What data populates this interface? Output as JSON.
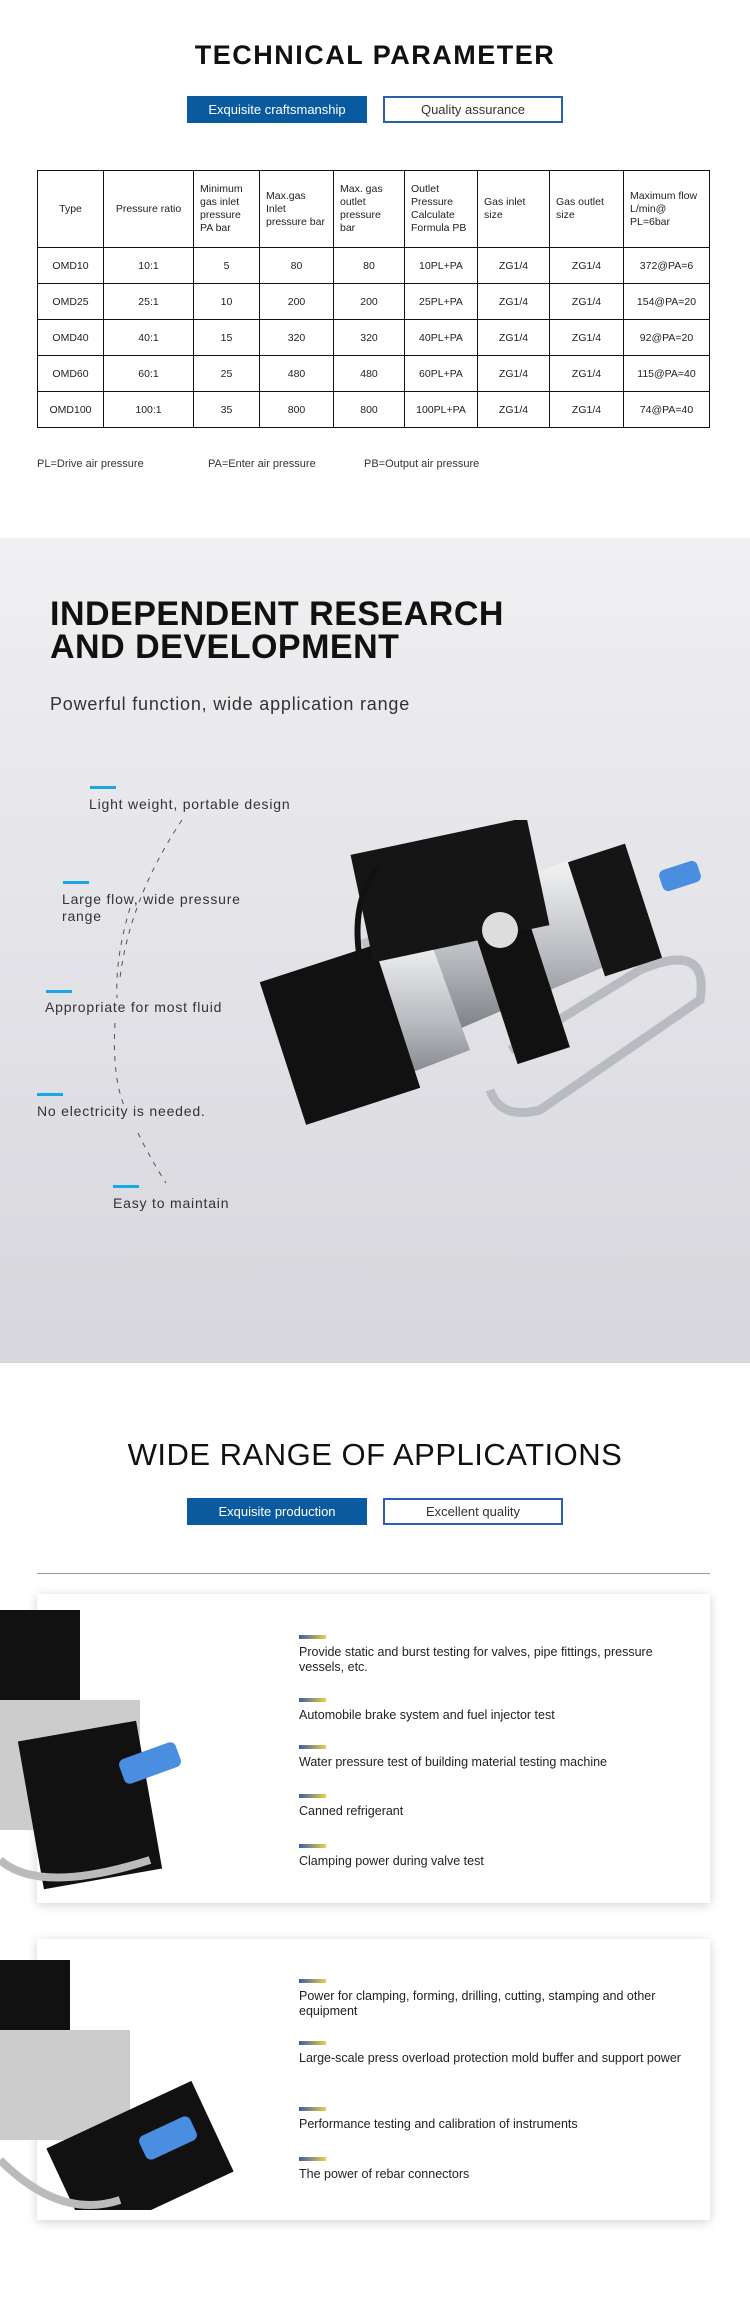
{
  "tech": {
    "title": "TECHNICAL PARAMETER",
    "btn1": "Exquisite craftsmanship",
    "btn2": "Quality assurance",
    "headers": [
      "Type",
      "Pressure ratio",
      "Minimum gas inlet pressure PA bar",
      "Max.gas Inlet pressure bar",
      "Max. gas outlet pressure bar",
      "Outlet Pressure Calculate Formula PB",
      "Gas inlet size",
      "Gas outlet size",
      "Maximum flow L/min@ PL=6bar"
    ],
    "rows": [
      [
        "OMD10",
        "10:1",
        "5",
        "80",
        "80",
        "10PL+PA",
        "ZG1/4",
        "ZG1/4",
        "372@PA=6"
      ],
      [
        "OMD25",
        "25:1",
        "10",
        "200",
        "200",
        "25PL+PA",
        "ZG1/4",
        "ZG1/4",
        "154@PA=20"
      ],
      [
        "OMD40",
        "40:1",
        "15",
        "320",
        "320",
        "40PL+PA",
        "ZG1/4",
        "ZG1/4",
        "92@PA=20"
      ],
      [
        "OMD60",
        "60:1",
        "25",
        "480",
        "480",
        "60PL+PA",
        "ZG1/4",
        "ZG1/4",
        "115@PA=40"
      ],
      [
        "OMD100",
        "100:1",
        "35",
        "800",
        "800",
        "100PL+PA",
        "ZG1/4",
        "ZG1/4",
        "74@PA=40"
      ]
    ],
    "notes": [
      "PL=Drive air pressure",
      "PA=Enter air pressure",
      "PB=Output air pressure"
    ]
  },
  "rd": {
    "title1": "INDEPENDENT RESEARCH",
    "title2": "AND DEVELOPMENT",
    "subtitle": "Powerful function, wide application range",
    "features": [
      "Light weight, portable design",
      "Large flow, wide pressure range",
      "Appropriate for most fluid",
      "No electricity is needed.",
      "Easy to maintain"
    ],
    "accent": "#19a7e6"
  },
  "apps": {
    "title": "WIDE RANGE OF APPLICATIONS",
    "btn1": "Exquisite production",
    "btn2": "Excellent quality",
    "card1": [
      "Provide static and burst testing for valves, pipe fittings, pressure vessels, etc.",
      "Automobile brake system and fuel injector test",
      "Water pressure test of building material testing machine",
      "Canned refrigerant",
      "Clamping power during valve test"
    ],
    "card2": [
      "Power for clamping, forming, drilling, cutting, stamping and other equipment",
      "Large-scale press overload protection mold buffer and support power",
      "Performance testing and calibration of instruments",
      "The power of rebar connectors"
    ]
  }
}
